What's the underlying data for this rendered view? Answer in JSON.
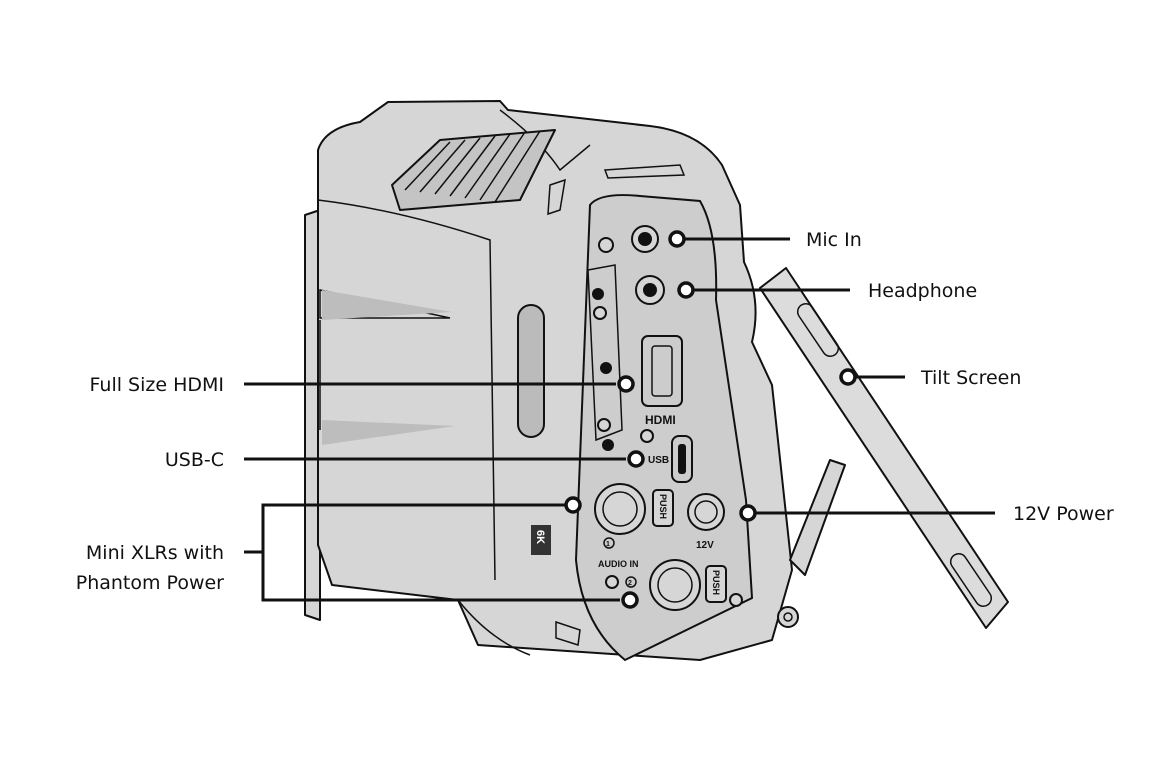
{
  "callouts": {
    "mic_in": "Mic In",
    "headphone": "Headphone",
    "tilt_screen": "Tilt Screen",
    "full_size_hdmi": "Full Size HDMI",
    "usb_c": "USB-C",
    "mini_xlrs_line1": "Mini XLRs with",
    "mini_xlrs_line2": "Phantom Power",
    "power_12v": "12V Power"
  },
  "camera_markings": {
    "hdmi": "HDMI",
    "usb": "USB",
    "push": "PUSH",
    "audio_in": "AUDIO IN",
    "power": "12V",
    "model": "6K",
    "channel_1": "1",
    "channel_2": "2"
  }
}
